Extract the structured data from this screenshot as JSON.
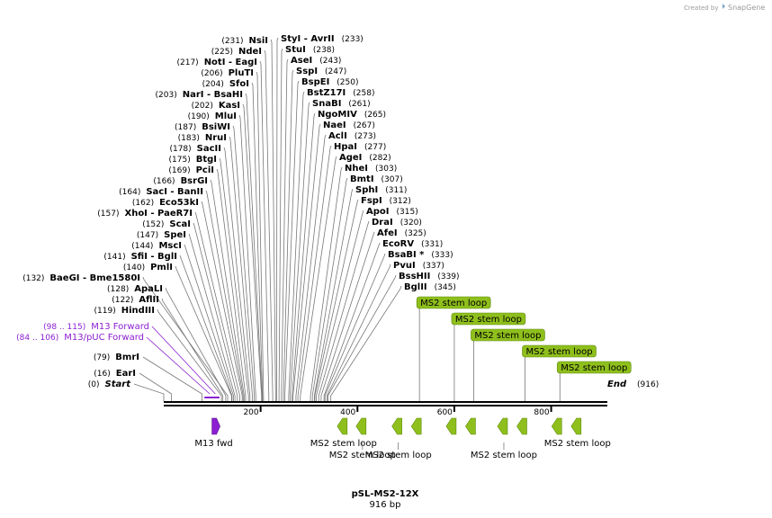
{
  "plasmid": {
    "name": "pSL-MS2-12X",
    "length_label": "916 bp",
    "length_bp": 916
  },
  "watermark": {
    "prefix": "Created by",
    "brand": "SnapGene"
  },
  "colors": {
    "feature": "#8fbf1c",
    "feature_stroke": "#5e8a10",
    "primer": "#8b1fd1",
    "backbone": "#000000",
    "line": "#777777"
  },
  "left_sites": [
    {
      "name": "NsiI",
      "pos": "(231)",
      "bp": 231
    },
    {
      "name": "NdeI",
      "pos": "(225)",
      "bp": 225
    },
    {
      "name": "NotI  - EagI",
      "pos": "(217)",
      "bp": 217
    },
    {
      "name": "PluTI",
      "pos": "(206)",
      "bp": 206
    },
    {
      "name": "SfoI",
      "pos": "(204)",
      "bp": 204
    },
    {
      "name": "NarI  - BsaHI",
      "pos": "(203)",
      "bp": 203
    },
    {
      "name": "KasI",
      "pos": "(202)",
      "bp": 202
    },
    {
      "name": "MluI",
      "pos": "(190)",
      "bp": 190
    },
    {
      "name": "BsiWI",
      "pos": "(187)",
      "bp": 187
    },
    {
      "name": "NruI",
      "pos": "(183)",
      "bp": 183
    },
    {
      "name": "SacII",
      "pos": "(178)",
      "bp": 178
    },
    {
      "name": "BtgI",
      "pos": "(175)",
      "bp": 175
    },
    {
      "name": "PciI",
      "pos": "(169)",
      "bp": 169
    },
    {
      "name": "BsrGI",
      "pos": "(166)",
      "bp": 166
    },
    {
      "name": "SacI  - BanII",
      "pos": "(164)",
      "bp": 164
    },
    {
      "name": "Eco53kI",
      "pos": "(162)",
      "bp": 162
    },
    {
      "name": "XhoI  - PaeR7I",
      "pos": "(157)",
      "bp": 157
    },
    {
      "name": "ScaI",
      "pos": "(152)",
      "bp": 152
    },
    {
      "name": "SpeI",
      "pos": "(147)",
      "bp": 147
    },
    {
      "name": "MscI",
      "pos": "(144)",
      "bp": 144
    },
    {
      "name": "SfiI  - BglI",
      "pos": "(141)",
      "bp": 141
    },
    {
      "name": "PmlI",
      "pos": "(140)",
      "bp": 140
    },
    {
      "name": "BaeGI  - Bme1580I",
      "pos": "(132)",
      "bp": 132
    },
    {
      "name": "ApaLI",
      "pos": "(128)",
      "bp": 128
    },
    {
      "name": "AflII",
      "pos": "(122)",
      "bp": 122
    },
    {
      "name": "HindIII",
      "pos": "(119)",
      "bp": 119
    }
  ],
  "primers": [
    {
      "name": "M13 Forward",
      "pos": "(98 .. 115)",
      "start": 98,
      "end": 115
    },
    {
      "name": "M13/pUC Forward",
      "pos": "(84 .. 106)",
      "start": 84,
      "end": 106
    }
  ],
  "lower_left_sites": [
    {
      "name": "BmrI",
      "pos": "(79)",
      "bp": 79
    },
    {
      "name": "EarI",
      "pos": "(16)",
      "bp": 16
    },
    {
      "name": "Start",
      "pos": "(0)",
      "bp": 0
    }
  ],
  "right_sites": [
    {
      "name": "StyI  - AvrII",
      "pos": "(233)",
      "bp": 233
    },
    {
      "name": "StuI",
      "pos": "(238)",
      "bp": 238
    },
    {
      "name": "AseI",
      "pos": "(243)",
      "bp": 243
    },
    {
      "name": "SspI",
      "pos": "(247)",
      "bp": 247
    },
    {
      "name": "BspEI",
      "pos": "(250)",
      "bp": 250
    },
    {
      "name": "BstZ17I",
      "pos": "(258)",
      "bp": 258
    },
    {
      "name": "SnaBI",
      "pos": "(261)",
      "bp": 261
    },
    {
      "name": "NgoMIV",
      "pos": "(265)",
      "bp": 265
    },
    {
      "name": "NaeI",
      "pos": "(267)",
      "bp": 267
    },
    {
      "name": "AclI",
      "pos": "(273)",
      "bp": 273
    },
    {
      "name": "HpaI",
      "pos": "(277)",
      "bp": 277
    },
    {
      "name": "AgeI",
      "pos": "(282)",
      "bp": 282
    },
    {
      "name": "NheI",
      "pos": "(303)",
      "bp": 303
    },
    {
      "name": "BmtI",
      "pos": "(307)",
      "bp": 307
    },
    {
      "name": "SphI",
      "pos": "(311)",
      "bp": 311
    },
    {
      "name": "FspI",
      "pos": "(312)",
      "bp": 312
    },
    {
      "name": "ApoI",
      "pos": "(315)",
      "bp": 315
    },
    {
      "name": "DraI",
      "pos": "(320)",
      "bp": 320
    },
    {
      "name": "AfeI",
      "pos": "(325)",
      "bp": 325
    },
    {
      "name": "EcoRV",
      "pos": "(331)",
      "bp": 331
    },
    {
      "name": "BsaBI *",
      "pos": "(333)",
      "bp": 333
    },
    {
      "name": "PvuI",
      "pos": "(337)",
      "bp": 337
    },
    {
      "name": "BssHII",
      "pos": "(339)",
      "bp": 339
    },
    {
      "name": "BglII",
      "pos": "(345)",
      "bp": 345
    }
  ],
  "end_site": {
    "name": "End",
    "pos": "(916)",
    "bp": 916
  },
  "stem_loop_boxes": [
    {
      "label": "MS2 stem loop",
      "bp": 528
    },
    {
      "label": "MS2 stem loop",
      "bp": 600
    },
    {
      "label": "MS2 stem loop",
      "bp": 640
    },
    {
      "label": "MS2 stem loop",
      "bp": 746
    },
    {
      "label": "MS2 stem loop",
      "bp": 818
    }
  ],
  "ticks": [
    {
      "label": "200",
      "bp": 200
    },
    {
      "label": "400",
      "bp": 400
    },
    {
      "label": "600",
      "bp": 600
    },
    {
      "label": "800",
      "bp": 800
    }
  ],
  "m13_feature": {
    "label": "M13 fwd",
    "bp": 107
  },
  "stem_loop_arrows": [
    375,
    414,
    488,
    528,
    600,
    640,
    706,
    746,
    818,
    858
  ],
  "feature_labels": [
    {
      "label": "MS2 stem loop",
      "bp": 375,
      "row": 1
    },
    {
      "label": "MS2 stem loop",
      "bp": 414,
      "row": 2
    },
    {
      "label": "MS2 stem loop",
      "bp": 488,
      "row": 2
    },
    {
      "label": "MS2 stem loop",
      "bp": 706,
      "row": 2
    },
    {
      "label": "MS2 stem loop",
      "bp": 858,
      "row": 1
    }
  ]
}
